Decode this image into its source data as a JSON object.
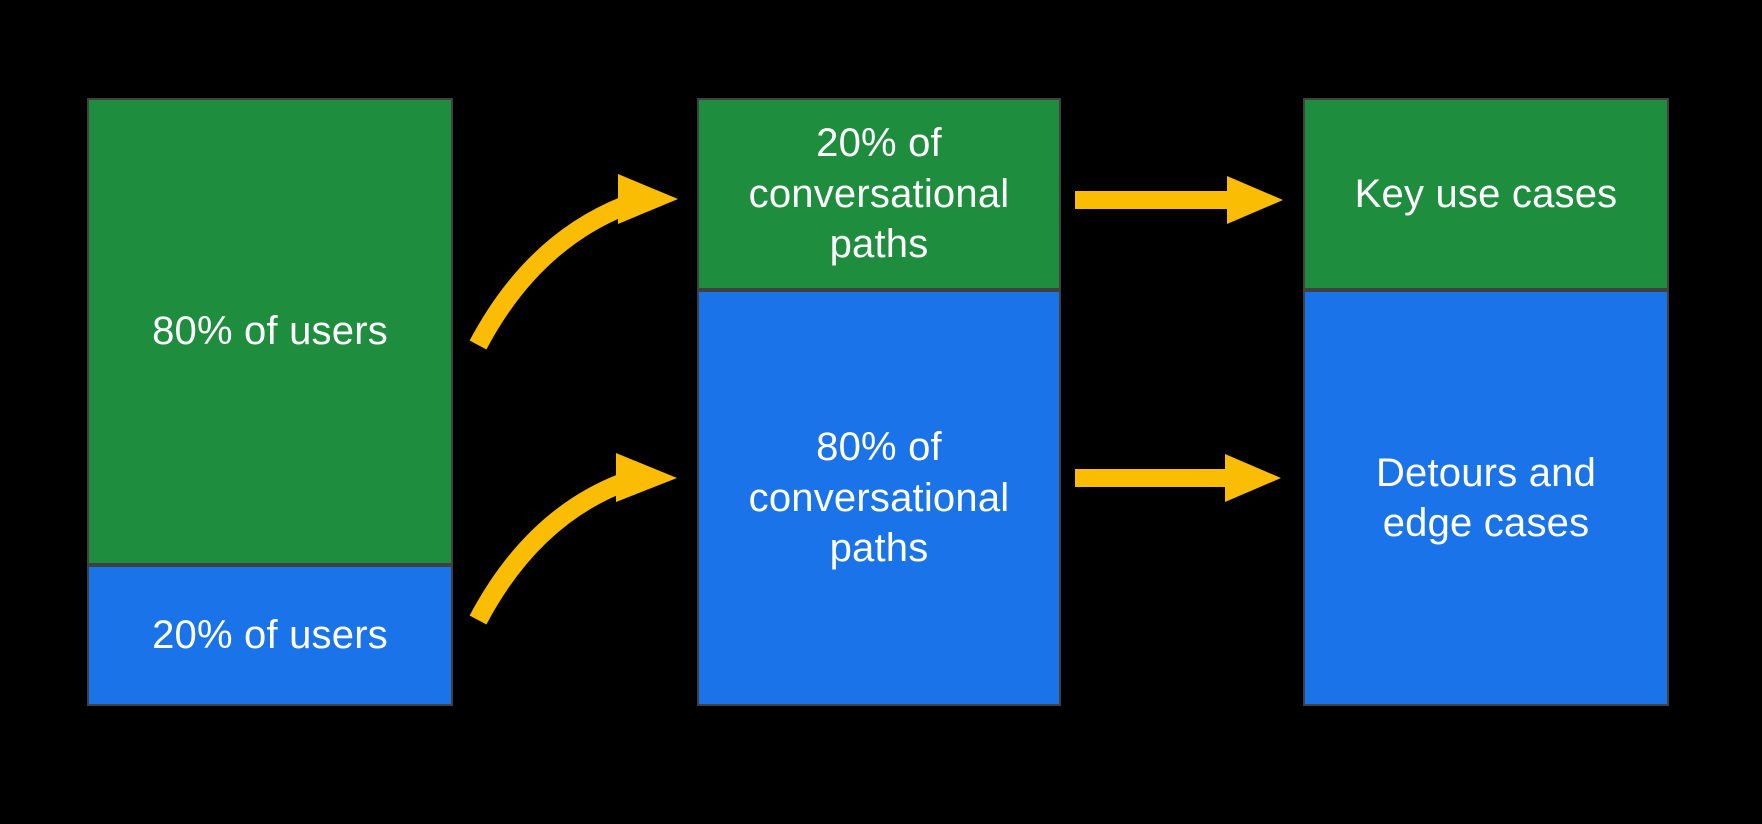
{
  "canvas": {
    "background": "#000000"
  },
  "colors": {
    "green": "#1e8e3e",
    "blue": "#1a73e8",
    "arrow_yellow": "#fbbc04",
    "bar_border": "#3d4240",
    "label_text": "#ffffff"
  },
  "columns": [
    {
      "id": "users",
      "segments": [
        {
          "id": "green",
          "label": "80% of users",
          "percent": 80,
          "color_key": "green",
          "proportion": 0.768
        },
        {
          "id": "blue",
          "label": "20% of users",
          "percent": 20,
          "color_key": "blue",
          "proportion": 0.232
        }
      ]
    },
    {
      "id": "paths",
      "segments": [
        {
          "id": "green",
          "label": "20% of\nconversational\npaths",
          "percent": 20,
          "color_key": "green",
          "proportion": 0.316
        },
        {
          "id": "blue",
          "label": "80% of\nconversational\npaths",
          "percent": 80,
          "color_key": "blue",
          "proportion": 0.684
        }
      ]
    },
    {
      "id": "outcomes",
      "segments": [
        {
          "id": "green",
          "label": "Key use cases",
          "color_key": "green",
          "proportion": 0.316
        },
        {
          "id": "blue",
          "label": "Detours and\nedge cases",
          "color_key": "blue",
          "proportion": 0.684
        }
      ]
    }
  ],
  "arrows": [
    {
      "id": "a1",
      "shape": "curved",
      "from": "users.green",
      "to": "paths.green",
      "color_key": "arrow_yellow"
    },
    {
      "id": "a2",
      "shape": "curved",
      "from": "users.blue",
      "to": "paths.blue",
      "color_key": "arrow_yellow"
    },
    {
      "id": "a3",
      "shape": "straight",
      "from": "paths.green",
      "to": "outcomes.green",
      "color_key": "arrow_yellow"
    },
    {
      "id": "a4",
      "shape": "straight",
      "from": "paths.blue",
      "to": "outcomes.blue",
      "color_key": "arrow_yellow"
    }
  ]
}
